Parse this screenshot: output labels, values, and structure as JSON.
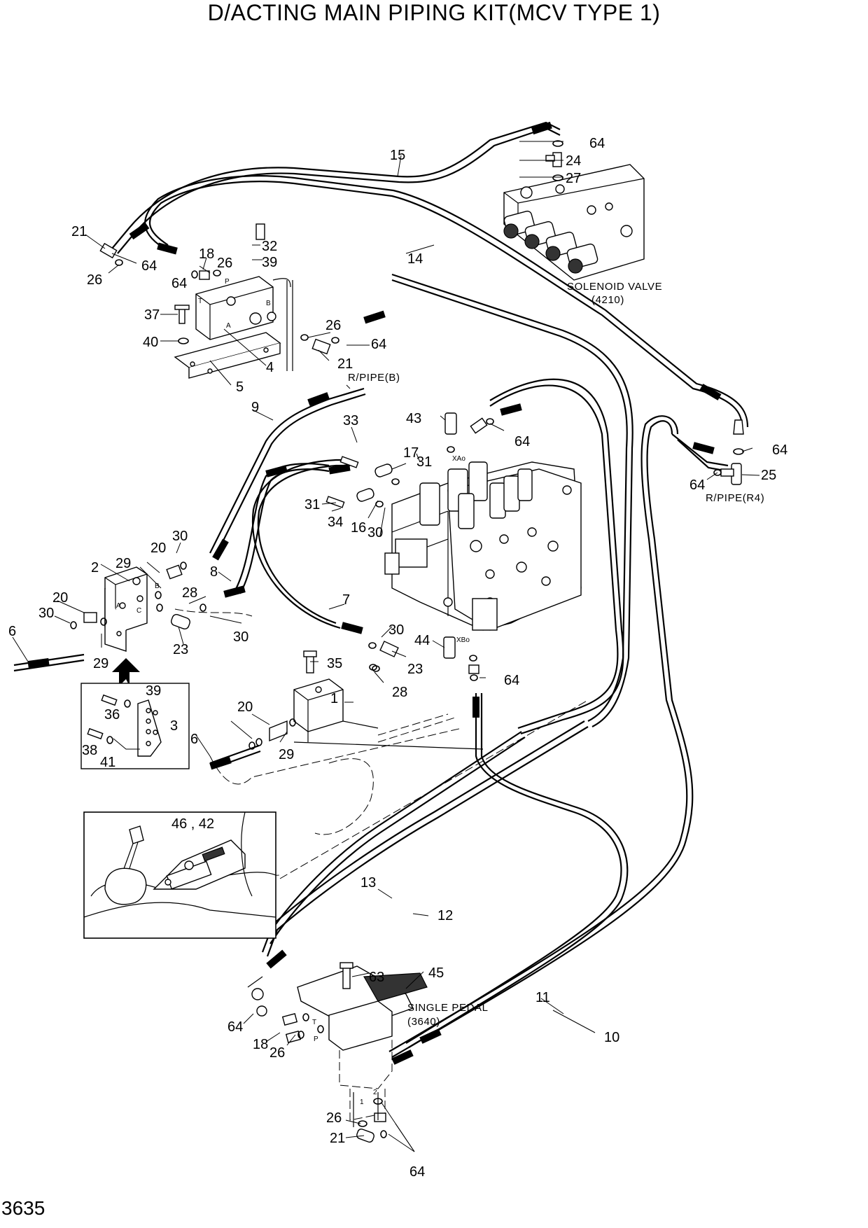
{
  "title": "D/ACTING MAIN PIPING KIT(MCV TYPE 1)",
  "page_number": "3635",
  "labels": {
    "solenoid_valve": "SOLENOID VALVE",
    "solenoid_valve_code": "(4210)",
    "r_pipe_b": "R/PIPE(B)",
    "r_pipe_r4": "R/PIPE(R4)",
    "single_pedal": "SINGLE PEDAL",
    "single_pedal_code": "(3640)",
    "xa": "XAo",
    "xb": "XBo",
    "port_t": "T",
    "port_p": "P",
    "port_a": "A",
    "port_b": "B",
    "port_c": "C",
    "port_1": "1",
    "port_2": "2"
  },
  "callouts": [
    "1",
    "2",
    "3",
    "4",
    "5",
    "6",
    "6",
    "7",
    "8",
    "9",
    "10",
    "11",
    "12",
    "13",
    "14",
    "15",
    "16",
    "17",
    "18",
    "18",
    "20",
    "20",
    "20",
    "21",
    "21",
    "21",
    "23",
    "23",
    "24",
    "25",
    "26",
    "26",
    "26",
    "26",
    "26",
    "27",
    "28",
    "28",
    "29",
    "29",
    "29",
    "30",
    "30",
    "30",
    "30",
    "30",
    "31",
    "31",
    "32",
    "33",
    "34",
    "35",
    "36",
    "37",
    "38",
    "39",
    "39",
    "40",
    "41",
    "43",
    "44",
    "45",
    "46 , 42",
    "63",
    "64",
    "64",
    "64",
    "64",
    "64",
    "64",
    "64",
    "64",
    "64"
  ]
}
